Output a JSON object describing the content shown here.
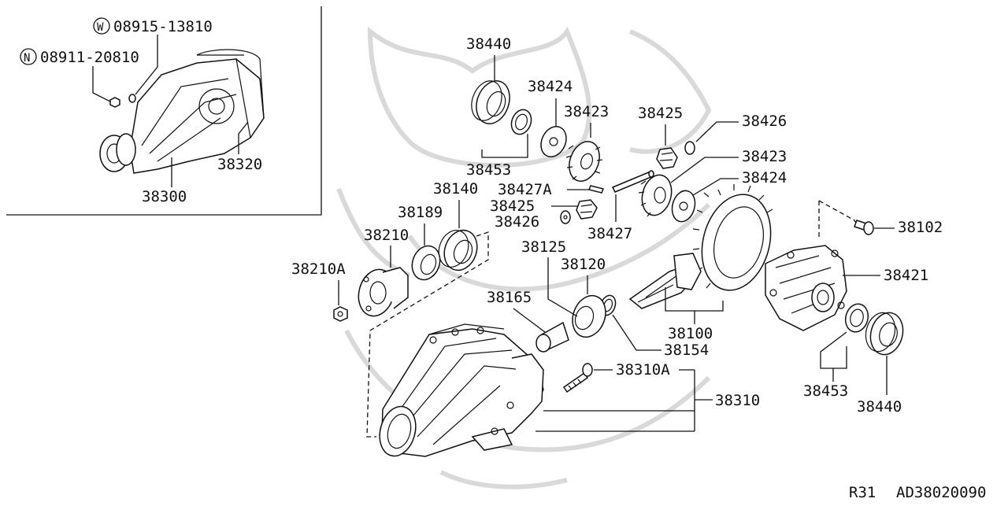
{
  "inset": {
    "callouts": [
      {
        "prefix": "W",
        "part": "08915-13810"
      },
      {
        "prefix": "N",
        "part": "08911-20810"
      }
    ],
    "labels": [
      "38320",
      "38300"
    ]
  },
  "parts": {
    "p38440_top": "38440",
    "p38424_top": "38424",
    "p38423_top": "38423",
    "p38425_top": "38425",
    "p38426_right": "38426",
    "p38423_right": "38423",
    "p38424_right": "38424",
    "p38453_top": "38453",
    "p38427a": "38427A",
    "p38425_mid": "38425",
    "p38426_mid": "38426",
    "p38427": "38427",
    "p38140": "38140",
    "p38189": "38189",
    "p38210": "38210",
    "p38210a": "38210A",
    "p38102": "38102",
    "p38125": "38125",
    "p38120": "38120",
    "p38165": "38165",
    "p38421": "38421",
    "p38100": "38100",
    "p38154": "38154",
    "p38310a": "38310A",
    "p38310": "38310",
    "p38453_bottom": "38453",
    "p38440_bottom": "38440"
  },
  "footer": {
    "model": "R31",
    "code": "AD38020090"
  }
}
